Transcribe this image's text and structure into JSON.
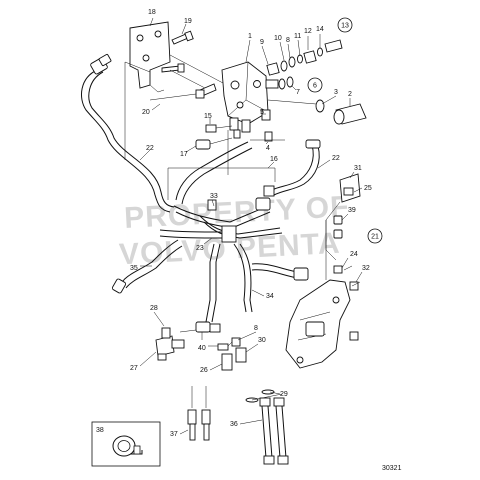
{
  "watermark": {
    "line1": "PROPERTY OF",
    "line2": "VOLVO PENTA"
  },
  "reference_number": "30321",
  "callouts": [
    {
      "id": "c18",
      "text": "18"
    },
    {
      "id": "c19",
      "text": "19"
    },
    {
      "id": "c1",
      "text": "1"
    },
    {
      "id": "c9",
      "text": "9"
    },
    {
      "id": "c10",
      "text": "10"
    },
    {
      "id": "c8",
      "text": "8"
    },
    {
      "id": "c11",
      "text": "11"
    },
    {
      "id": "c12",
      "text": "12"
    },
    {
      "id": "c14",
      "text": "14"
    },
    {
      "id": "c7",
      "text": "7"
    },
    {
      "id": "c3",
      "text": "3"
    },
    {
      "id": "c2",
      "text": "2"
    },
    {
      "id": "c20",
      "text": "20"
    },
    {
      "id": "c15",
      "text": "15"
    },
    {
      "id": "c5",
      "text": "5"
    },
    {
      "id": "c4",
      "text": "4"
    },
    {
      "id": "c17",
      "text": "17"
    },
    {
      "id": "c22a",
      "text": "22"
    },
    {
      "id": "c16",
      "text": "16"
    },
    {
      "id": "c22b",
      "text": "22"
    },
    {
      "id": "c31",
      "text": "31"
    },
    {
      "id": "c25",
      "text": "25"
    },
    {
      "id": "c33",
      "text": "33"
    },
    {
      "id": "c39",
      "text": "39"
    },
    {
      "id": "c23",
      "text": "23"
    },
    {
      "id": "c35",
      "text": "35"
    },
    {
      "id": "c24",
      "text": "24"
    },
    {
      "id": "c32",
      "text": "32"
    },
    {
      "id": "c34",
      "text": "34"
    },
    {
      "id": "c28",
      "text": "28"
    },
    {
      "id": "c8b",
      "text": "8"
    },
    {
      "id": "c40",
      "text": "40"
    },
    {
      "id": "c30",
      "text": "30"
    },
    {
      "id": "c27",
      "text": "27"
    },
    {
      "id": "c26",
      "text": "26"
    },
    {
      "id": "c29",
      "text": "29"
    },
    {
      "id": "c37",
      "text": "37"
    },
    {
      "id": "c36",
      "text": "36"
    }
  ],
  "circled_callouts": [
    {
      "id": "cc13",
      "text": "13"
    },
    {
      "id": "cc6",
      "text": "6"
    },
    {
      "id": "cc21",
      "text": "21"
    }
  ],
  "inset": {
    "label": "38",
    "icon": "tape-roll-icon"
  }
}
